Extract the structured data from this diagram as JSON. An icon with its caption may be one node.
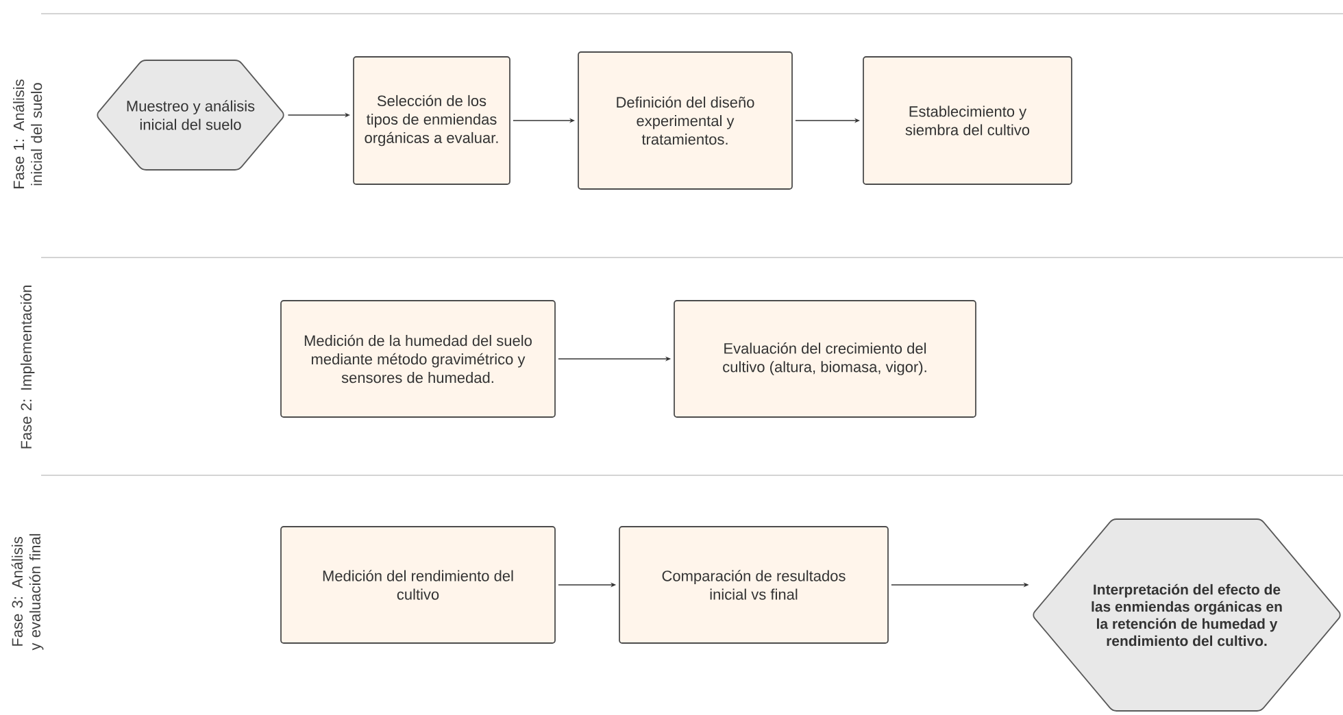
{
  "diagram": {
    "nodes": [
      {
        "text": [
          "Muestreo y análisis inicial del suelo"
        ]
      },
      {
        "text": [
          "Selección de los tipos de enmiendas orgánicas a evaluar."
        ]
      },
      {
        "text": [
          "Definición del diseño experimental y tratamientos."
        ]
      },
      {
        "text": [
          "Establecimiento y siembra del cultivo"
        ]
      },
      {
        "text": [
          "Medición de la humedad del suelo mediante método gravimétrico y sensores de humedad."
        ]
      },
      {
        "text": [
          "Evaluación del crecimiento del cultivo (altura, biomasa, vigor)."
        ]
      },
      {
        "text": [
          "Medición del rendimiento del cultivo"
        ]
      },
      {
        "text": [
          "Comparación de resultados inicial vs final"
        ]
      },
      {
        "text": [
          "Interpretación del efecto de las enmiendas orgánicas en la retención de humedad y rendimiento del cultivo."
        ]
      }
    ],
    "edges": [
      {
        "from": 0,
        "to": 1,
        "arrow": "to"
      },
      {
        "from": 1,
        "to": 2,
        "arrow": "to"
      },
      {
        "from": 2,
        "to": 3,
        "arrow": "to"
      },
      {
        "from": 4,
        "to": 5,
        "arrow": "to"
      },
      {
        "from": 6,
        "to": 7,
        "arrow": "to"
      },
      {
        "from": 7,
        "to": 8,
        "arrow": "to"
      }
    ],
    "labels": [
      "Fase 1: Análisis inicial del suelo",
      "Fase 2: Implementación",
      "Fase 3: Análisis y evaluación final"
    ]
  }
}
